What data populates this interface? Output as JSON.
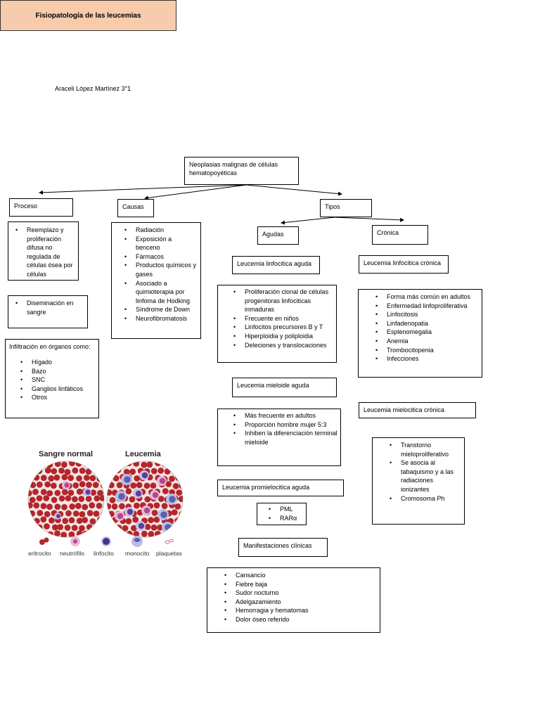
{
  "author": "Araceli López  Martínez 3°1",
  "title": "Fisiopatología de las leucemias",
  "root": "Neoplasias malignas de células hematopoyéticas",
  "proceso": {
    "label": "Proceso",
    "items1": [
      "Reemplazo y proliferación difusa no regulada  de células ósea por células"
    ],
    "items2": [
      "Diseminación en sangre"
    ],
    "infiltracion_title": "Infiltración en órganos como:",
    "organos": [
      "Hígado",
      "Bazo",
      "SNC",
      "Ganglios linfáticos",
      "Otros"
    ]
  },
  "causas": {
    "label": "Causas",
    "items": [
      "Radiación",
      "Exposición a benceno",
      "Fármacos",
      "Productos químicos y gases",
      "Asociado a quimioterapia por linfoma de Hodking",
      "Síndrome  de Down",
      "Neurofibromatosis"
    ]
  },
  "tipos": {
    "label": "Tipos",
    "agudas": "Agudas",
    "cronica": "Crónica"
  },
  "lla": {
    "label": "Leucemia linfocitica aguda",
    "items": [
      "Proliferación clonal de células progenitoras linfociticas inmaduras",
      "Frecuente en niños",
      "Linfocitos precursores B y T",
      "Hiperploidia y poliploidia",
      "Deleciones y translocaciones"
    ]
  },
  "lma": {
    "label": "Leucemia mieloide aguda",
    "items": [
      "Más frecuente en adultos",
      "Proporción hombre mujer 5:3",
      "Inhiben la diferenciación terminal mieloide"
    ]
  },
  "lpa": {
    "label": "Leucemia promielocitica aguda",
    "items": [
      "PML",
      "RARα"
    ]
  },
  "llc": {
    "label": "Leucemia linfocitica crónica",
    "items": [
      "Forma más común  en adultos",
      "Enfermedad linfoproliferativa",
      "Linfocitosis",
      "Linfadenopatia",
      "Esplenomegalia",
      "Anemia",
      "Trombocitopenia",
      "Infecciones"
    ]
  },
  "lmc": {
    "label": "Leucemia mielocitica crónica",
    "items": [
      "Transtorno mieloproliferativo",
      "Se asocia al tabaquismo y a las radiaciones ionizantes",
      "Cromosoma Ph"
    ]
  },
  "manifestaciones": {
    "label": "Manifestaciones clínicas",
    "items": [
      "Cansancio",
      "Fiebre baja",
      "Sudor nocturno",
      "Adelgazamiento",
      "Hemorragia y hematomas",
      "Dolor óseo referido"
    ]
  },
  "illustration": {
    "normal_label": "Sangre normal",
    "leucemia_label": "Leucemia",
    "legend": [
      "eritrocito",
      "neutrófilo",
      "linfocito",
      "monocito",
      "plaquetas"
    ],
    "colors": {
      "rbc": "#b3262a",
      "neutrophil": "#d98cc2",
      "lymphocyte": "#5b3f9e",
      "monocyte": "#7a7fc4",
      "platelet": "#e0a0a0",
      "title_fill": "#f8cbad"
    }
  }
}
